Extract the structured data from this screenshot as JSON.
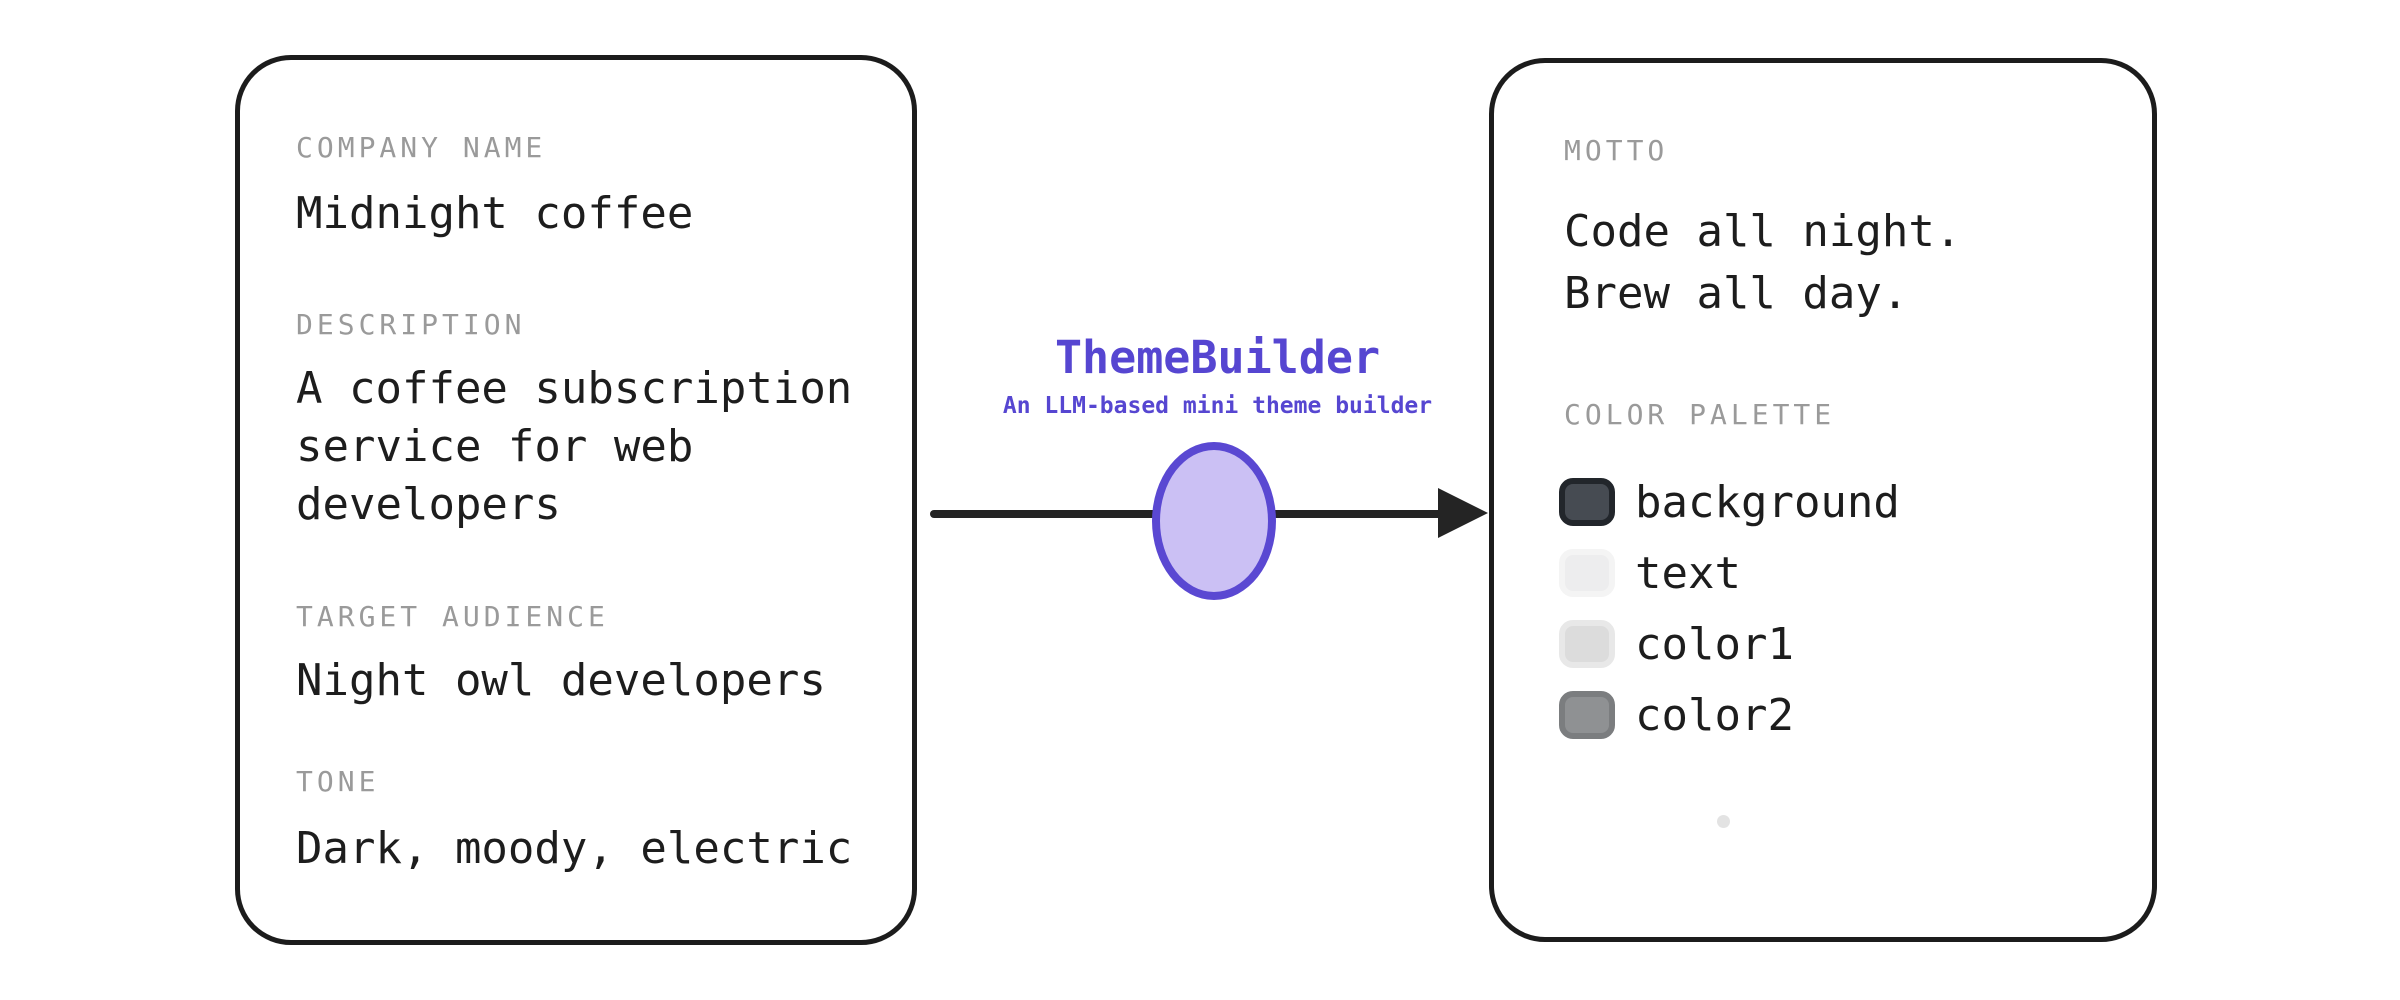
{
  "diagram": {
    "input_card": {
      "fields": [
        {
          "label": "COMPANY NAME",
          "value": "Midnight coffee"
        },
        {
          "label": "DESCRIPTION",
          "value": "A coffee subscription service for web developers"
        },
        {
          "label": "TARGET AUDIENCE",
          "value": "Night owl developers"
        },
        {
          "label": "TONE",
          "value": "Dark, moody, electric"
        }
      ]
    },
    "processor": {
      "title": "ThemeBuilder",
      "subtitle": "An LLM-based mini theme builder"
    },
    "output_card": {
      "motto": {
        "label": "MOTTO",
        "lines": [
          "Code all night.",
          "Brew all day."
        ]
      },
      "palette": {
        "label": "COLOR PALETTE",
        "swatches": [
          {
            "name": "background",
            "fill": "#464b52",
            "stroke": "#22262b"
          },
          {
            "name": "text",
            "fill": "#ededee",
            "stroke": "#f4f4f4"
          },
          {
            "name": "color1",
            "fill": "#dcdcdc",
            "stroke": "#e8e8e8"
          },
          {
            "name": "color2",
            "fill": "#8f9193",
            "stroke": "#7b7d7f"
          }
        ]
      }
    },
    "colors": {
      "accent": "#5646d1",
      "node_fill": "#cbc0f4",
      "node_stroke": "#5a48d2",
      "arrow": "#242424",
      "card_border": "#1c1c1c",
      "label_gray": "#9a9a9a",
      "text_black": "#1d1d1d"
    }
  }
}
